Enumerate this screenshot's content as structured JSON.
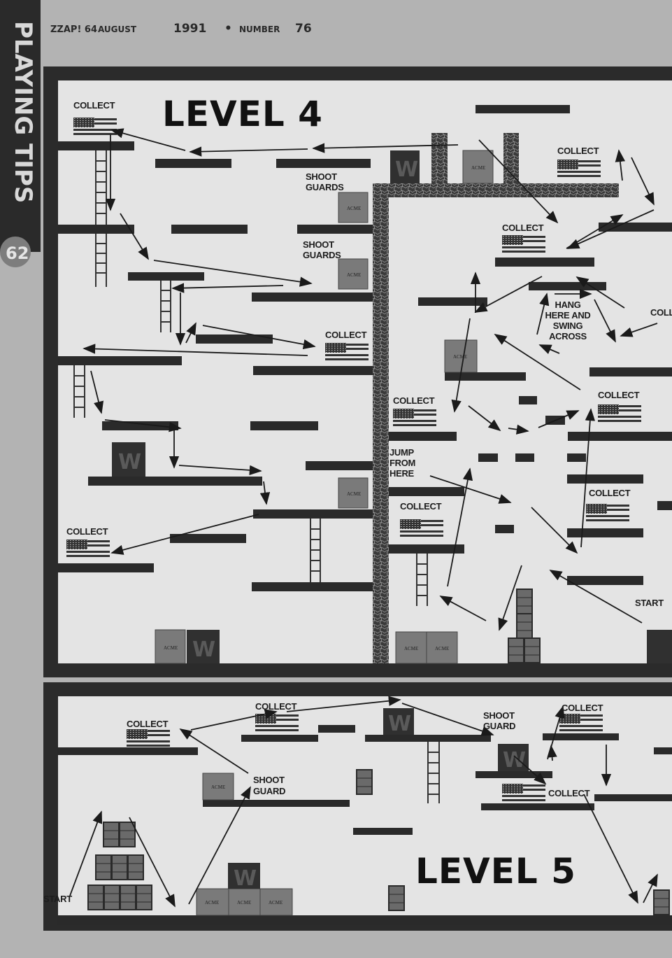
{
  "header": {
    "magazine": "ZZAP! 64",
    "month": "AUGUST",
    "year": "1991",
    "sep": "•",
    "number_label": "NUMBER",
    "number": "76"
  },
  "sidebar": {
    "section": "PLAYING TIPS",
    "page": "62"
  },
  "level4": {
    "title": "LEVEL 4",
    "labels": {
      "collect_a": "COLLECT",
      "collect_b": "COLLECT",
      "collect_c": "COLLECT",
      "collect_d": "COLLECT",
      "collect_e": "COLLECT",
      "collect_f": "COLLECT",
      "collect_g": "COLLECT",
      "collect_h": "COLLECT",
      "collect_i": "COLLECT",
      "collect_edge": "COLLECT",
      "shoot_1a": "SHOOT",
      "shoot_1b": "GUARDS",
      "shoot_2a": "SHOOT",
      "shoot_2b": "GUARDS",
      "hang_1": "HANG",
      "hang_2": "HERE AND",
      "hang_3": "SWING",
      "hang_4": "ACROSS",
      "jump_1": "JUMP",
      "jump_2": "FROM",
      "jump_3": "HERE",
      "start": "START"
    }
  },
  "level5": {
    "title": "LEVEL 5",
    "labels": {
      "collect_a": "COLLECT",
      "collect_b": "COLLECT",
      "collect_c": "COLLECT",
      "collect_d": "COLLECT",
      "shoot_1a": "SHOOT",
      "shoot_1b": "GUARD",
      "shoot_2a": "SHOOT",
      "shoot_2b": "GUARD",
      "start": "START"
    }
  },
  "tiles": {
    "crate": "ACME",
    "weapon": "W"
  },
  "colors": {
    "page": "#b3b3b3",
    "frame": "#2b2b2b",
    "map": "#e4e4e4",
    "platform": "#2a2a2a"
  }
}
